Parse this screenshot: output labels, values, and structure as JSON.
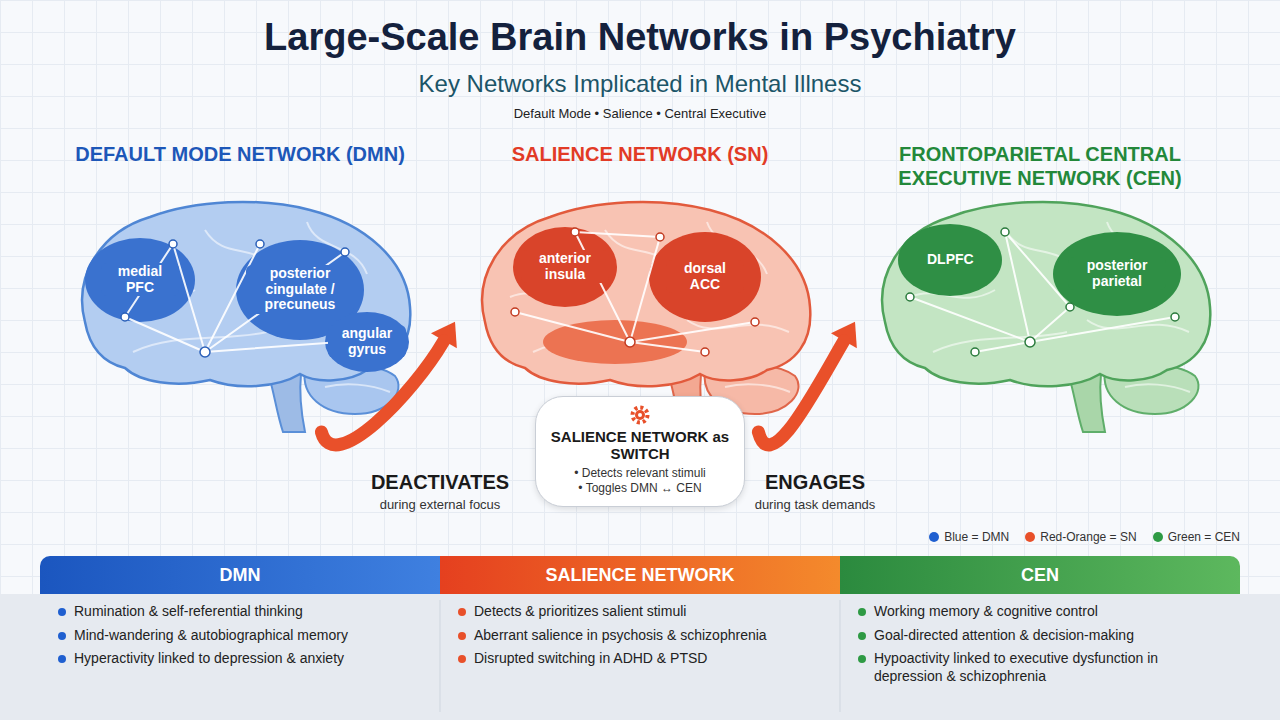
{
  "diagram": {
    "title": "Large-Scale Brain Networks in Psychiatry",
    "nodes": [
      {
        "text": [
          "DEFAULT MODE NETWORK (DMN)",
          "medial PFC",
          "posterior cingulate / precuneus",
          "angular gyrus"
        ]
      },
      {
        "text": [
          "SALIENCE NETWORK (SN)",
          "anterior insula",
          "dorsal ACC"
        ]
      },
      {
        "text": [
          "FRONTOPARIETAL CENTRAL EXECUTIVE NETWORK (CEN)",
          "DLPFC",
          "posterior parietal"
        ]
      },
      {
        "text": [
          "SALIENCE NETWORK as SWITCH",
          "• Detects relevant stimuli",
          "• Toggles DMN ↔ CEN"
        ]
      },
      {
        "text": [
          "DMN",
          "Rumination & self-referential thinking",
          "Mind-wandering & autobiographical memory",
          "Hyperactivity linked to depression & anxiety"
        ]
      },
      {
        "text": [
          "SALIENCE NETWORK",
          "Detects & prioritizes salient stimuli",
          "Aberrant salience in psychosis & schizophrenia",
          "Disrupted switching in ADHD & PTSD"
        ]
      },
      {
        "text": [
          "CEN",
          "Working memory & cognitive control",
          "Goal-directed attention & decision-making",
          "Hypoactivity linked to executive dysfunction in depression & schizophrenia"
        ]
      }
    ],
    "edges": [
      {
        "from": 0,
        "to": 1,
        "arrow": "to"
      },
      {
        "from": 1,
        "to": 2,
        "arrow": "to"
      }
    ],
    "labels": [
      "Key Networks Implicated in Mental Illness",
      "Default Mode • Salience • Central Executive",
      "DEACTIVATES",
      "during external focus",
      "ENGAGES",
      "during task demands"
    ],
    "legend": [
      {
        "text": "Blue = DMN",
        "color": "#1f5fd0"
      },
      {
        "text": "Red-Orange = SN",
        "color": "#e8502a"
      },
      {
        "text": "Green = CEN",
        "color": "#2e9a44"
      }
    ]
  }
}
